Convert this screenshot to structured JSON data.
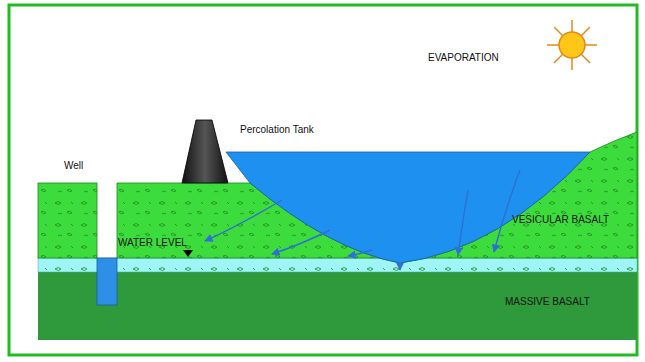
{
  "diagram": {
    "labels": [
      "EVAPORATION",
      "Percolation Tank",
      "Well",
      "WATER LEVEL",
      "VESICULAR BASALT",
      "MASSIVE BASALT"
    ]
  }
}
